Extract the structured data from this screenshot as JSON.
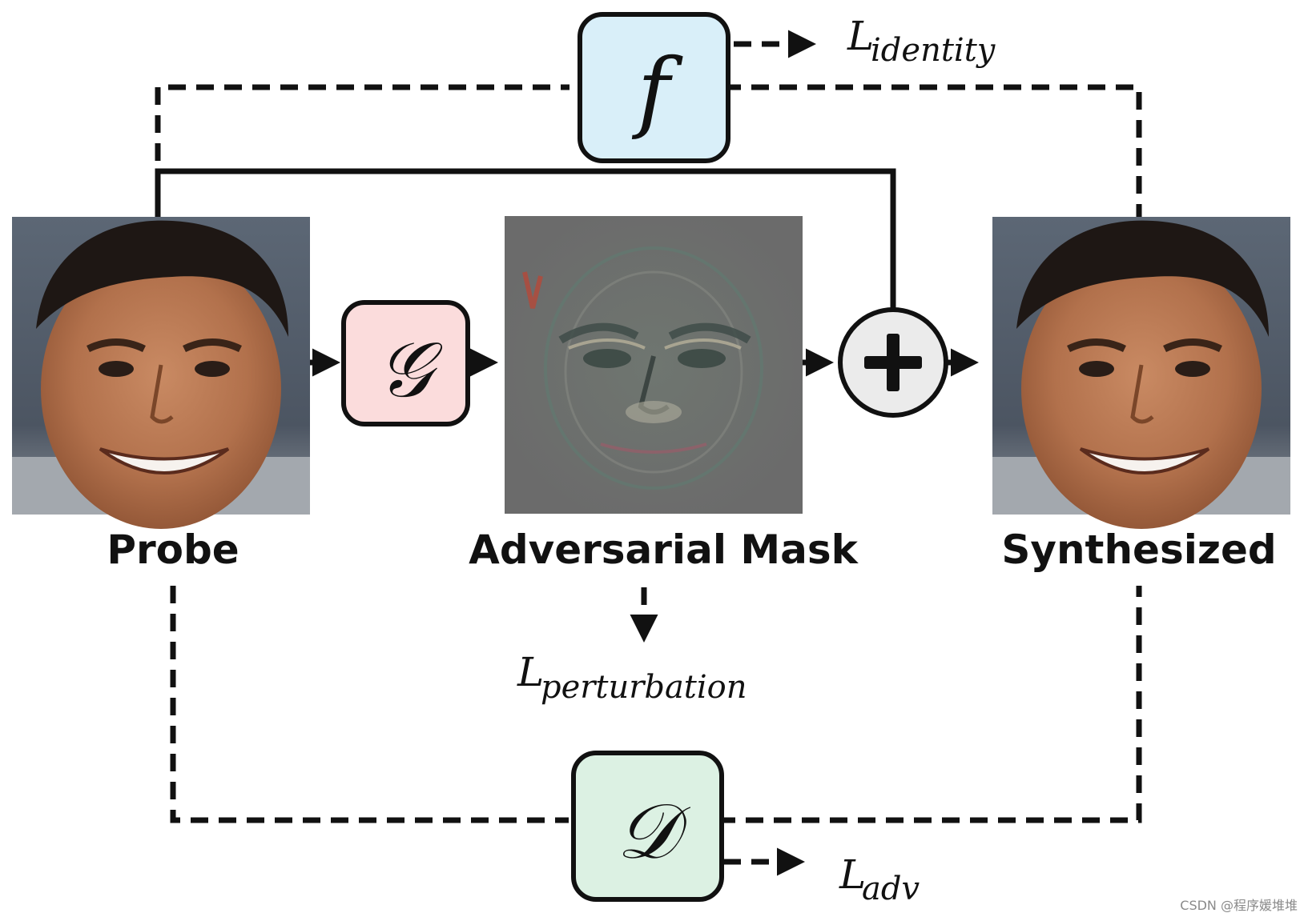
{
  "nodes": {
    "probe": {
      "caption": "Probe"
    },
    "mask": {
      "caption": "Adversarial Mask"
    },
    "synthesized": {
      "caption": "Synthesized"
    },
    "generator": {
      "symbol": "𝒢"
    },
    "face_net": {
      "symbol": "f"
    },
    "discriminator": {
      "symbol": "𝒟"
    },
    "adder": {
      "symbol": "+"
    }
  },
  "losses": {
    "identity": {
      "main": "L",
      "sub": "identity"
    },
    "perturbation": {
      "main": "L",
      "sub": "perturbation"
    },
    "adv": {
      "main": "L",
      "sub": "adv"
    }
  },
  "colors": {
    "generator_fill": "#fbdcdc",
    "face_net_fill": "#d9eff9",
    "discriminator_fill": "#dcf1e3",
    "adder_fill": "#ebebeb"
  },
  "watermark": "CSDN @程序媛堆堆"
}
